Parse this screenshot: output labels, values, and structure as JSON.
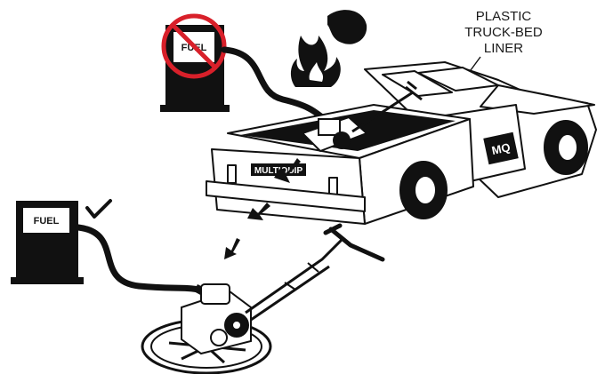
{
  "callout": {
    "line1": "PLASTIC",
    "line2": "TRUCK-BED",
    "line3": "LINER"
  },
  "pumps": {
    "prohibited_label": "FUEL",
    "allowed_label": "FUEL"
  },
  "truck": {
    "tailgate_brand": "MULTIQUIP",
    "door_logo": "MQ"
  },
  "colors": {
    "line": "#111111",
    "prohibited": "#d8202a",
    "background": "#ffffff"
  },
  "icons": [
    "fire-icon",
    "prohibited-icon",
    "checkmark-icon",
    "arrow-icon"
  ]
}
